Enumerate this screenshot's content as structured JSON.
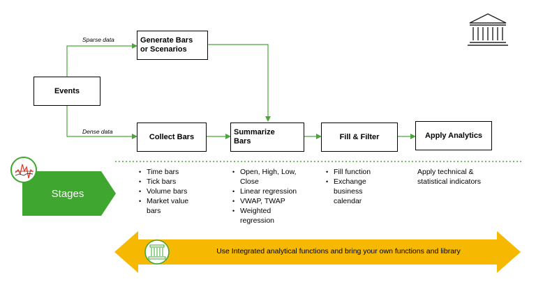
{
  "nodes": {
    "events": "Events",
    "generate": [
      "Generate Bars",
      "or Scenarios"
    ],
    "collect": "Collect Bars",
    "summarize": [
      "Summarize",
      "Bars"
    ],
    "fill": "Fill & Filter",
    "apply": "Apply Analytics"
  },
  "edges": {
    "sparse": "Sparse data",
    "dense": "Dense data"
  },
  "stages_label": "Stages",
  "details": {
    "collect": [
      "Time bars",
      "Tick bars",
      "Volume bars",
      "Market value bars"
    ],
    "summarize": [
      "Open, High, Low, Close",
      "Linear regression",
      "VWAP, TWAP",
      "Weighted regression"
    ],
    "fill": [
      "Fill function",
      "Exchange business calendar"
    ],
    "apply": "Apply technical & statistical indicators"
  },
  "banner": "Use Integrated analytical functions and bring your own functions and library",
  "icons": {
    "bank": "bank-building-icon",
    "chart": "line-chart-icon",
    "library": "library-icon"
  },
  "colors": {
    "arrow": "#4aa63a",
    "stages_fill": "#3fa62f",
    "banner_fill": "#f6b800",
    "dotted": "#4aa63a"
  }
}
